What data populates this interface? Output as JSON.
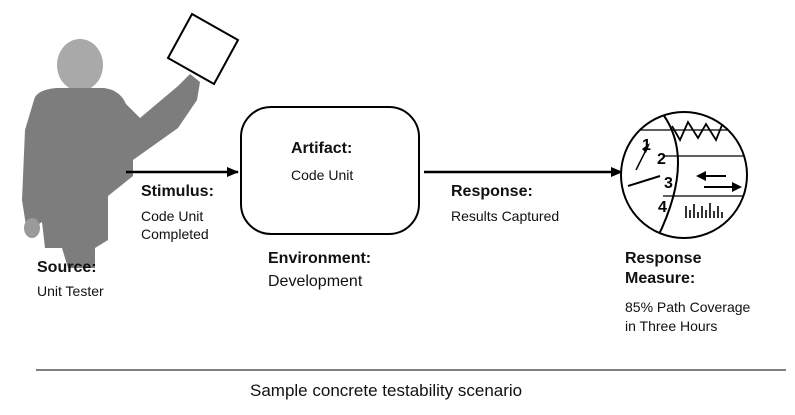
{
  "source": {
    "title": "Source:",
    "value": "Unit Tester"
  },
  "stimulus": {
    "title": "Stimulus:",
    "line1": "Code Unit",
    "line2": "Completed"
  },
  "artifact": {
    "title": "Artifact:",
    "value": "Code Unit"
  },
  "environment": {
    "title": "Environment:",
    "value": "Development"
  },
  "response": {
    "title": "Response:",
    "value": "Results Captured"
  },
  "response_measure": {
    "title1": "Response",
    "title2": "Measure:",
    "line1": "85% Path Coverage",
    "line2": "in Three Hours"
  },
  "gauge": {
    "n1": "1",
    "n2": "2",
    "n3": "3",
    "n4": "4"
  },
  "caption": "Sample concrete testability scenario"
}
